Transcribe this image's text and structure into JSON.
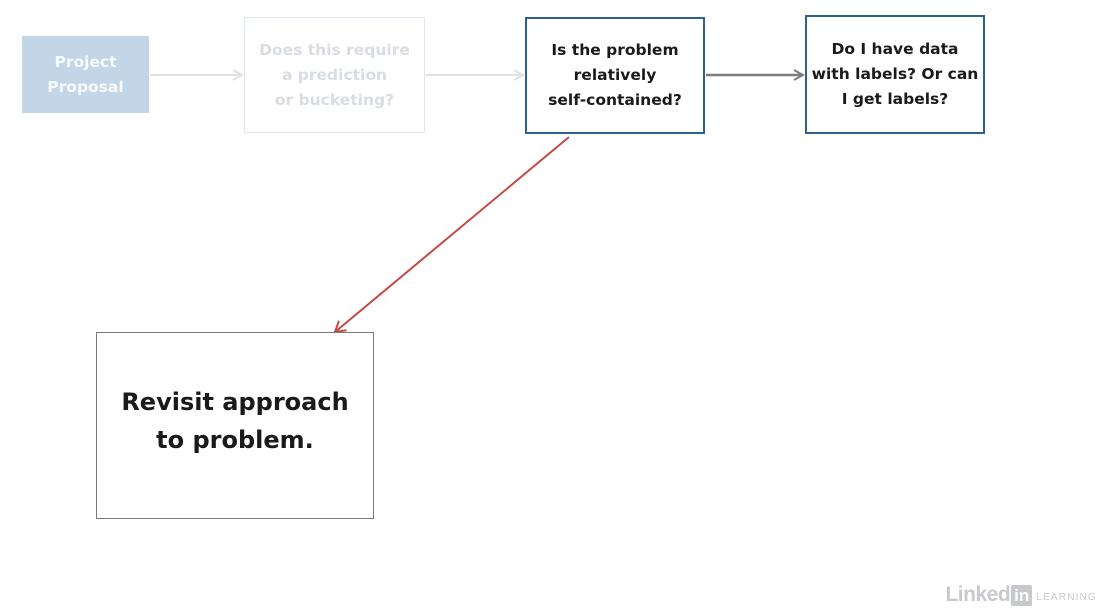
{
  "diagram": {
    "nodes": {
      "proposal": "Project Proposal",
      "prediction": [
        "Does this require",
        "a prediction",
        "or bucketing?"
      ],
      "self_contained": [
        "Is the problem",
        "relatively",
        "self-contained?"
      ],
      "labels": [
        "Do I have data",
        "with labels? Or can",
        "I get labels?"
      ],
      "revisit": [
        "Revisit approach",
        "to problem."
      ]
    },
    "colors": {
      "active_border": "#2f5f8f",
      "faded_fill": "#c3d6e8",
      "faded_border": "#dbe6f0",
      "arrow_red": "#c44a46",
      "arrow_gray": "#7d7d7d"
    }
  },
  "watermark": {
    "brand": "Linked",
    "brand_in": "in",
    "suffix": "LEARNING"
  }
}
